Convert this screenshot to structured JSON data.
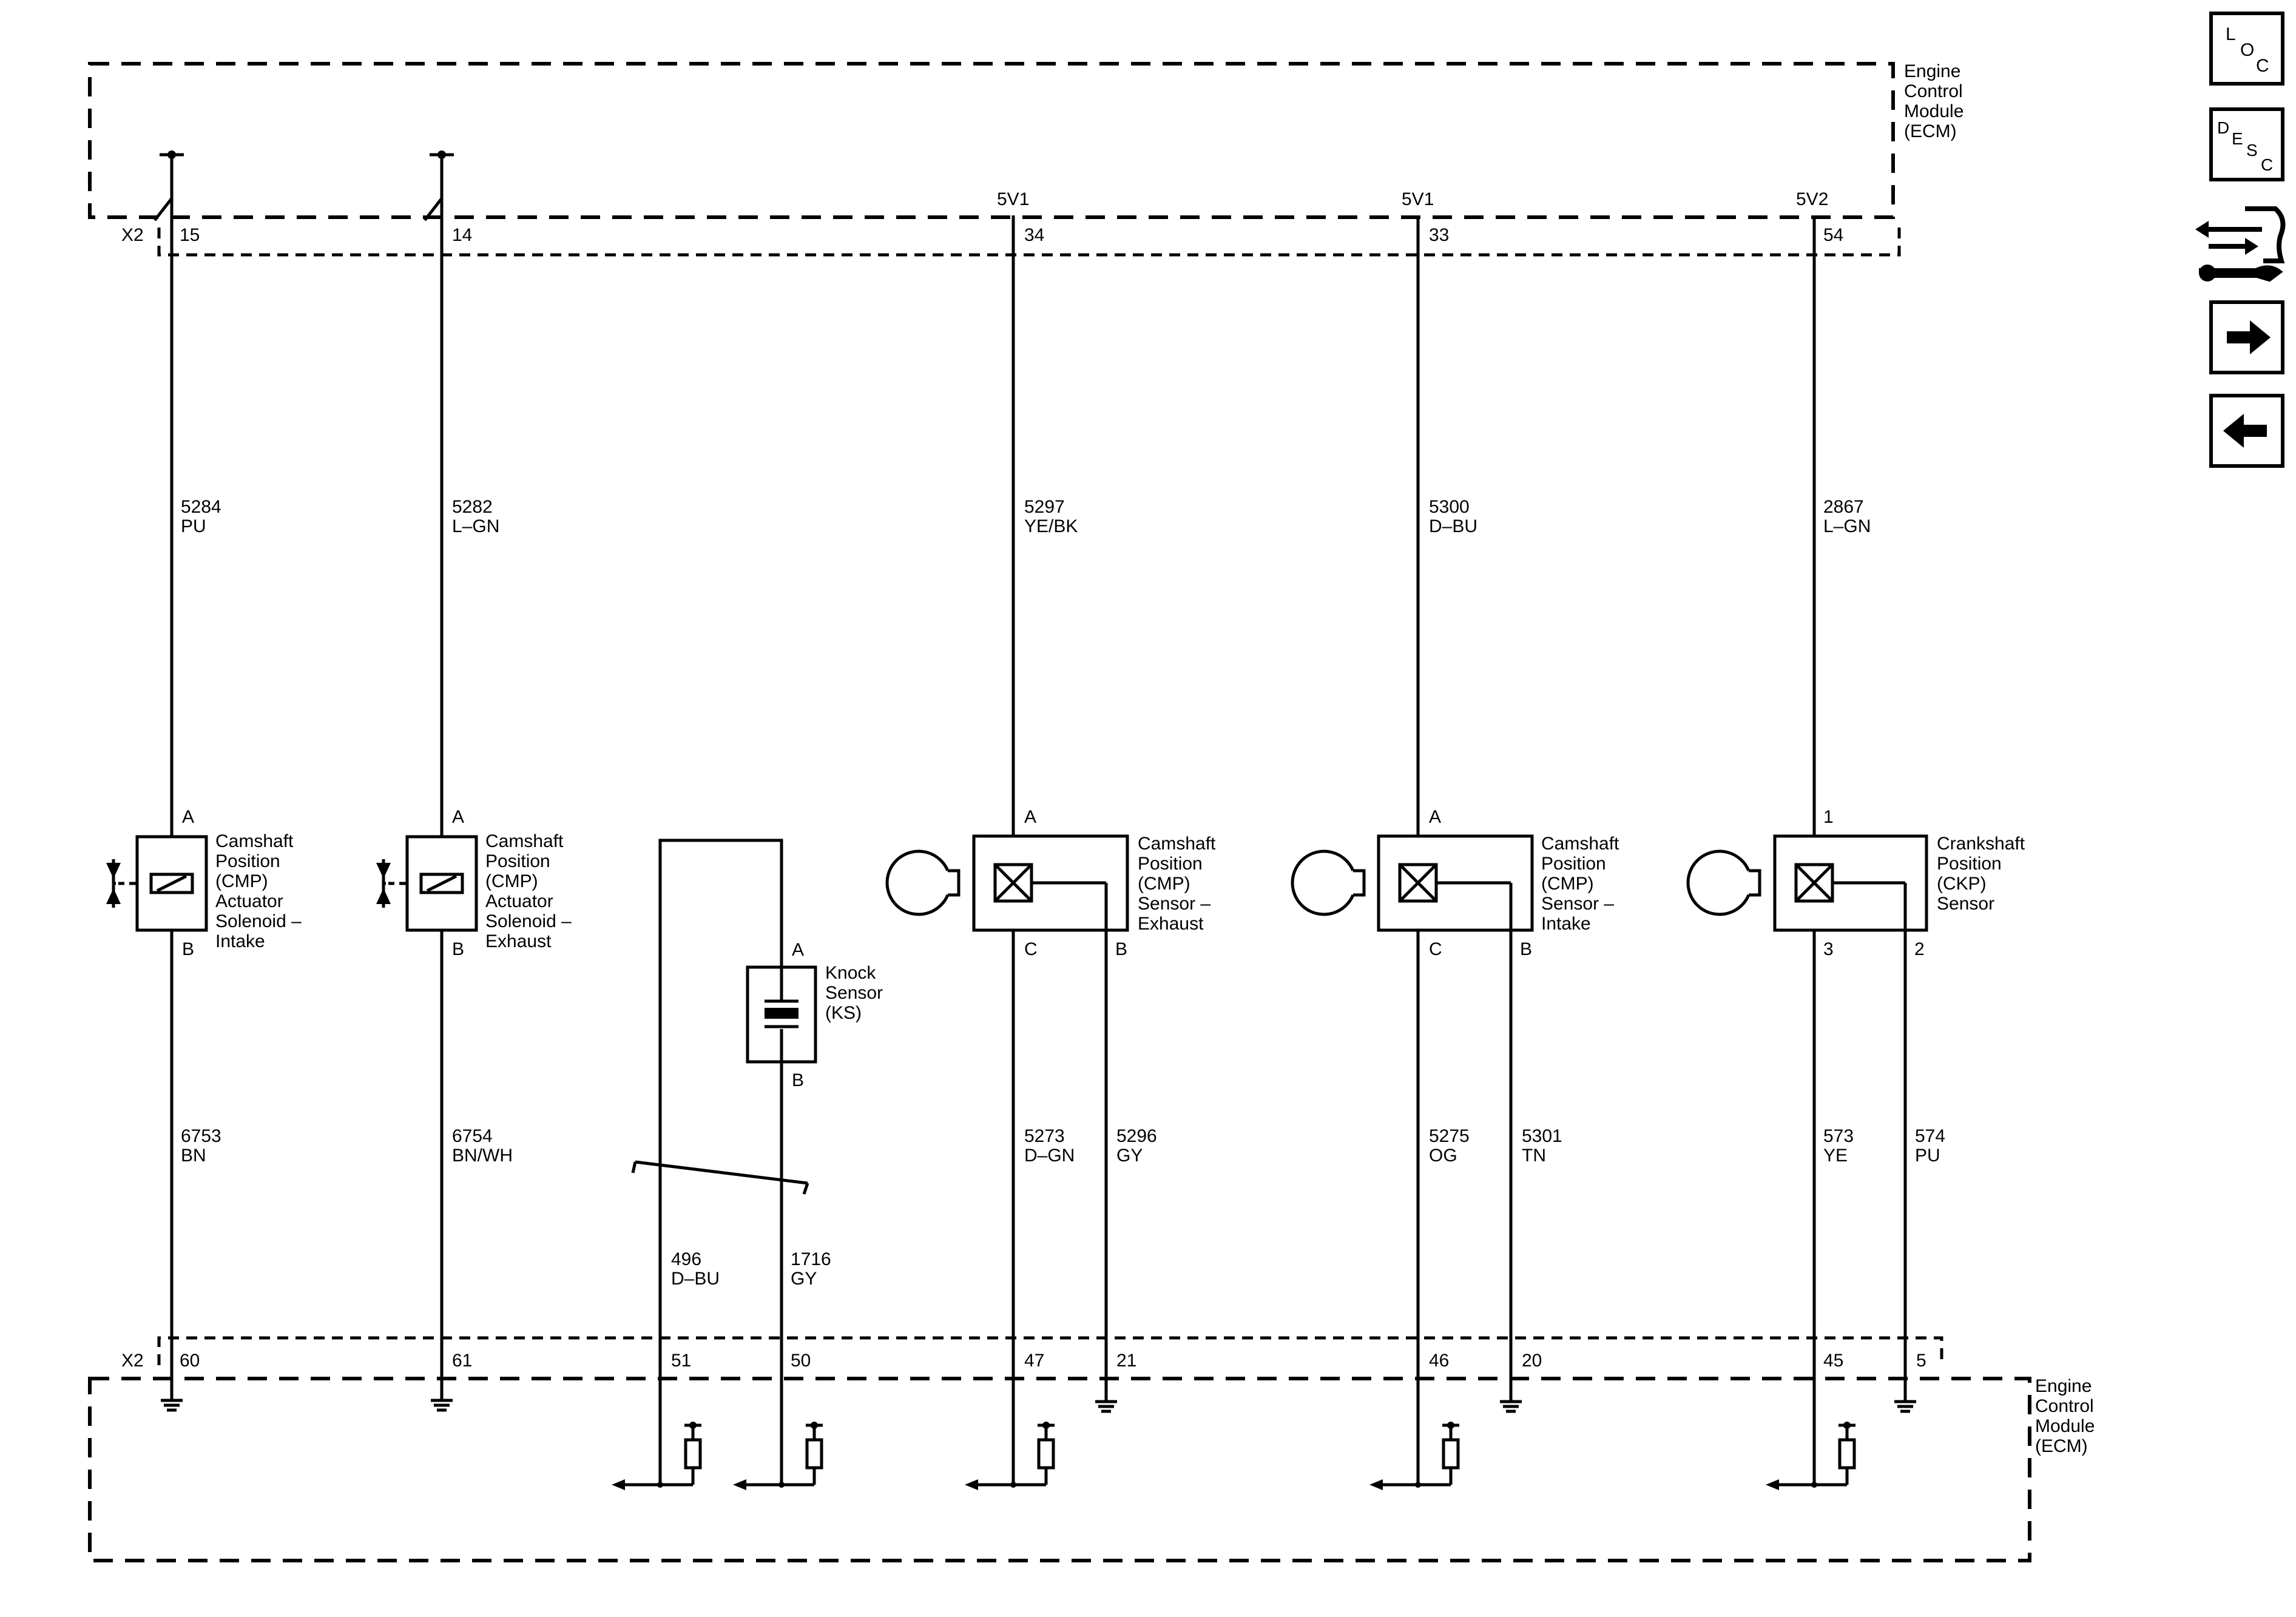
{
  "ecm_label_lines": [
    "Engine",
    "Control",
    "Module",
    "(ECM)"
  ],
  "connector": "X2",
  "supply": {
    "ch34": "5V1",
    "ch33": "5V1",
    "ch54": "5V2"
  },
  "top_pins": {
    "p15": "15",
    "p14": "14",
    "p34": "34",
    "p33": "33",
    "p54": "54"
  },
  "bottom_pins": {
    "p60": "60",
    "p61": "61",
    "p51": "51",
    "p50": "50",
    "p47": "47",
    "p21": "21",
    "p46": "46",
    "p20": "20",
    "p45": "45",
    "p5": "5"
  },
  "wires": {
    "w5284": {
      "num": "5284",
      "color": "PU"
    },
    "w5282": {
      "num": "5282",
      "color": "L–GN"
    },
    "w5297": {
      "num": "5297",
      "color": "YE/BK"
    },
    "w5300": {
      "num": "5300",
      "color": "D–BU"
    },
    "w2867": {
      "num": "2867",
      "color": "L–GN"
    },
    "w6753": {
      "num": "6753",
      "color": "BN"
    },
    "w6754": {
      "num": "6754",
      "color": "BN/WH"
    },
    "w496": {
      "num": "496",
      "color": "D–BU"
    },
    "w1716": {
      "num": "1716",
      "color": "GY"
    },
    "w5273": {
      "num": "5273",
      "color": "D–GN"
    },
    "w5296": {
      "num": "5296",
      "color": "GY"
    },
    "w5275": {
      "num": "5275",
      "color": "OG"
    },
    "w5301": {
      "num": "5301",
      "color": "TN"
    },
    "w573": {
      "num": "573",
      "color": "YE"
    },
    "w574": {
      "num": "574",
      "color": "PU"
    }
  },
  "components": {
    "sol_intake": {
      "lines": [
        "Camshaft",
        "Position",
        "(CMP)",
        "Actuator",
        "Solenoid –",
        "Intake"
      ],
      "pin_top": "A",
      "pin_bottom": "B"
    },
    "sol_exhaust": {
      "lines": [
        "Camshaft",
        "Position",
        "(CMP)",
        "Actuator",
        "Solenoid –",
        "Exhaust"
      ],
      "pin_top": "A",
      "pin_bottom": "B"
    },
    "knock": {
      "lines": [
        "Knock",
        "Sensor",
        "(KS)"
      ],
      "pin_top": "A",
      "pin_bottom": "B"
    },
    "cmp_exhaust": {
      "lines": [
        "Camshaft",
        "Position",
        "(CMP)",
        "Sensor –",
        "Exhaust"
      ],
      "pin_top": "A",
      "pin_left": "C",
      "pin_right": "B"
    },
    "cmp_intake": {
      "lines": [
        "Camshaft",
        "Position",
        "(CMP)",
        "Sensor –",
        "Intake"
      ],
      "pin_top": "A",
      "pin_left": "C",
      "pin_right": "B"
    },
    "ckp": {
      "lines": [
        "Crankshaft",
        "Position",
        "(CKP)",
        "Sensor"
      ],
      "pin_top": "1",
      "pin_left": "3",
      "pin_right": "2"
    }
  },
  "nav": {
    "loc": [
      "L",
      "O",
      "C"
    ],
    "desc": [
      "D",
      "E",
      "S",
      "C"
    ],
    "icons": [
      "connector-tool-icon",
      "arrow-right-icon",
      "arrow-left-icon"
    ]
  }
}
